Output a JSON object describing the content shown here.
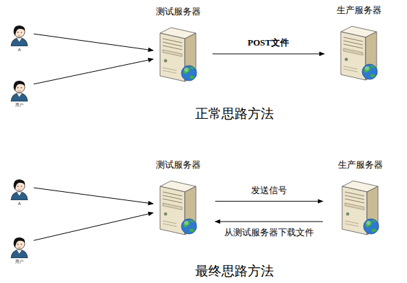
{
  "diagram": {
    "nodes": [
      {
        "text": [
          "A"
        ]
      },
      {
        "text": [
          "用户"
        ]
      },
      {
        "text": [
          "测试服务器"
        ]
      },
      {
        "text": [
          "生产服务器"
        ]
      },
      {
        "text": [
          "A"
        ]
      },
      {
        "text": [
          "用户"
        ]
      },
      {
        "text": [
          "测试服务器"
        ]
      },
      {
        "text": [
          "生产服务器"
        ]
      }
    ],
    "edges": [
      {
        "from": 0,
        "to": 2,
        "arrow": "to"
      },
      {
        "from": 1,
        "to": 2,
        "arrow": "to"
      },
      {
        "from": 2,
        "to": 3,
        "label": "POST文件",
        "arrow": "to"
      },
      {
        "from": 4,
        "to": 6,
        "arrow": "to"
      },
      {
        "from": 5,
        "to": 6,
        "arrow": "to"
      },
      {
        "from": 6,
        "to": 7,
        "label": "发送信号",
        "arrow": "to"
      },
      {
        "from": 7,
        "to": 6,
        "label": "从测试服务器下载文件",
        "arrow": "to"
      }
    ],
    "labels": [
      "正常思路方法",
      "最终思路方法"
    ]
  }
}
